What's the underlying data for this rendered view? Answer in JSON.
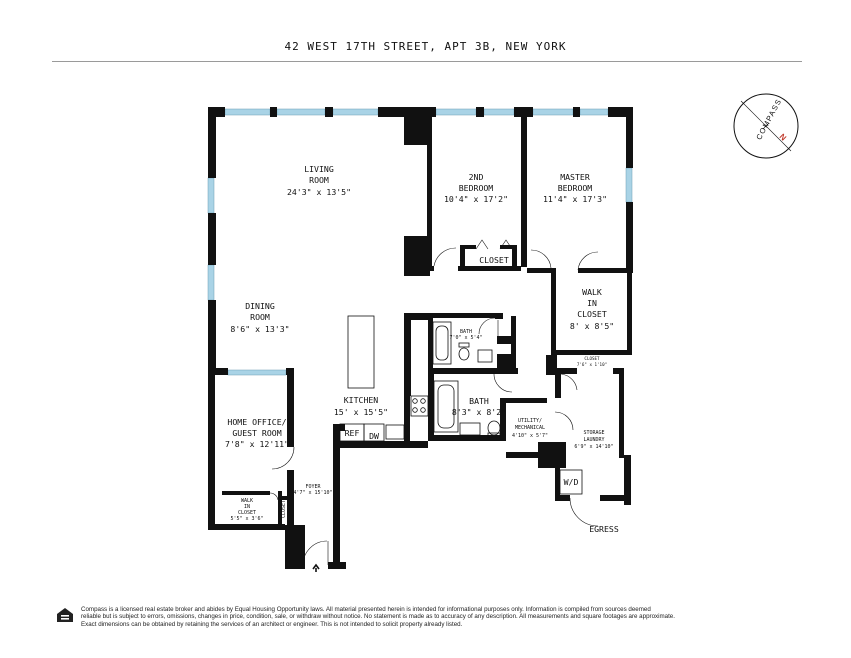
{
  "header": {
    "address": "42 WEST 17TH STREET, APT 3B, NEW YORK"
  },
  "compass": {
    "label": "COMPASS",
    "north": "N"
  },
  "rooms": {
    "living": {
      "name1": "LIVING",
      "name2": "ROOM",
      "dims": "24'3\" x 13'5\""
    },
    "bedroom2": {
      "name1": "2ND",
      "name2": "BEDROOM",
      "dims": "10'4\" x 17'2\""
    },
    "master": {
      "name1": "MASTER",
      "name2": "BEDROOM",
      "dims": "11'4\" x 17'3\""
    },
    "closet": {
      "name": "CLOSET"
    },
    "walkin": {
      "name1": "WALK",
      "name2": "IN",
      "name3": "CLOSET",
      "dims": "8' x 8'5\""
    },
    "dining": {
      "name1": "DINING",
      "name2": "ROOM",
      "dims": "8'6\" x 13'3\""
    },
    "kitchen": {
      "name": "KITCHEN",
      "dims": "15' x 15'5\""
    },
    "ref": {
      "name": "REF"
    },
    "dw": {
      "name": "DW"
    },
    "bath_small": {
      "name": "BATH",
      "dims": "7'0\" x 5'4\""
    },
    "bath": {
      "name": "BATH",
      "dims": "8'3\" x 8'2\""
    },
    "closet_small": {
      "name": "CLOSET",
      "dims": "7'6\" x 1'10\""
    },
    "utility": {
      "name1": "UTILITY/",
      "name2": "MECHANICAL",
      "dims": "4'10\" x 5'7\""
    },
    "storage": {
      "name1": "STORAGE",
      "name2": "LAUNDRY",
      "dims": "6'9\" x 14'10\""
    },
    "wd": {
      "name": "W/D"
    },
    "egress": {
      "name": "EGRESS"
    },
    "office": {
      "name1": "HOME OFFICE/",
      "name2": "GUEST ROOM",
      "dims": "7'8\" x 12'11\""
    },
    "walkin_small": {
      "name1": "WALK",
      "name2": "IN",
      "name3": "CLOSET",
      "dims": "5'5\" x 3'6\""
    },
    "closet_vert": {
      "name": "CLOSET"
    },
    "foyer": {
      "name": "FOYER",
      "dims": "4'7\" x 15'10\""
    }
  },
  "footer": {
    "line1": "Compass is a licensed real estate broker and abides by Equal Housing Opportunity laws. All material presented herein is intended for informational purposes only. Information is compiled from sources deemed",
    "line2": "reliable but is subject to errors, omissions, changes in price, condition, sale, or withdraw without notice. No statement is made as to accuracy of any description. All measurements and square footages are approximate.",
    "line3": "Exact dimensions can be obtained by retaining the services of an architect or engineer. This is not intended to solicit property already listed."
  },
  "colors": {
    "wall": "#111111",
    "window": "#a9d3e6",
    "rule": "#9a9a9a"
  }
}
